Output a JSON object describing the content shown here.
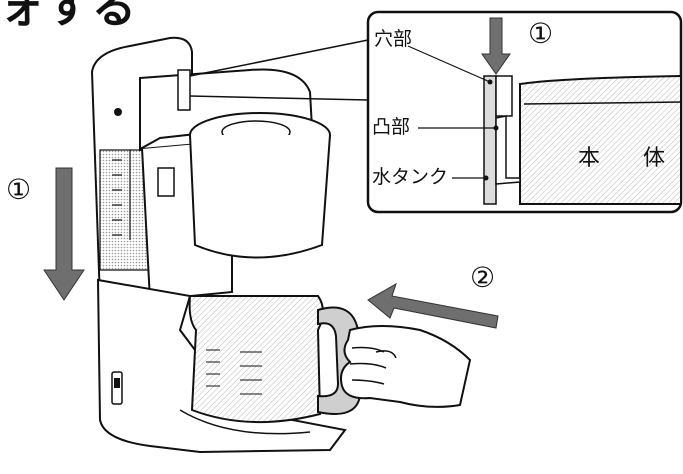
{
  "heading_fragment": "ォする",
  "step_marks": {
    "step1": "①",
    "step1_inset": "①",
    "step2": "②"
  },
  "inset_labels": {
    "hole": "穴部",
    "protrusion": "凸部",
    "water_tank": "水タンク",
    "main_body": "本 体"
  },
  "colors": {
    "line": "#111111",
    "arrow_fill": "#6f6f6f",
    "shade": "#cfcfcf",
    "shade_dark": "#9a9a9a",
    "background": "#ffffff"
  }
}
